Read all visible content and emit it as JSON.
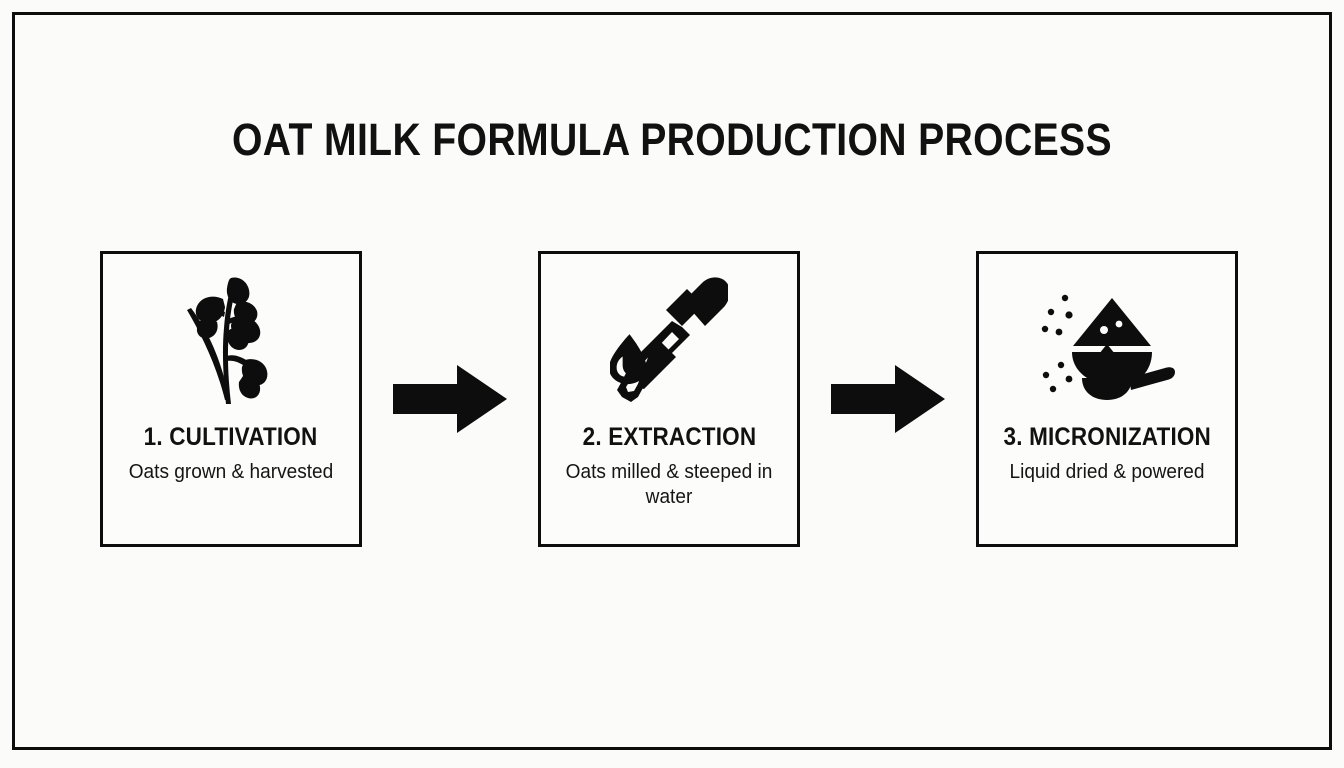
{
  "graphic": {
    "title": "OAT MILK FORMULA PRODUCTION PROCESS",
    "frame_color": "#0d0d0d",
    "background_color": "#fbfbf9",
    "ink_color": "#111111"
  },
  "steps": [
    {
      "heading": "1. CULTIVATION",
      "subtitle": "Oats grown & harvested",
      "icon": "oat-stalk-icon"
    },
    {
      "heading": "2. EXTRACTION",
      "subtitle": "Oats milled & steeped in water",
      "icon": "dropper-pipette-icon"
    },
    {
      "heading": "3. MICRONIZATION",
      "subtitle": "Liquid dried & powered",
      "icon": "powder-scoop-icon"
    }
  ],
  "connectors": [
    {
      "name": "arrow-step-1-to-2",
      "glyph": "right-arrow-icon"
    },
    {
      "name": "arrow-step-2-to-3",
      "glyph": "right-arrow-icon"
    }
  ]
}
